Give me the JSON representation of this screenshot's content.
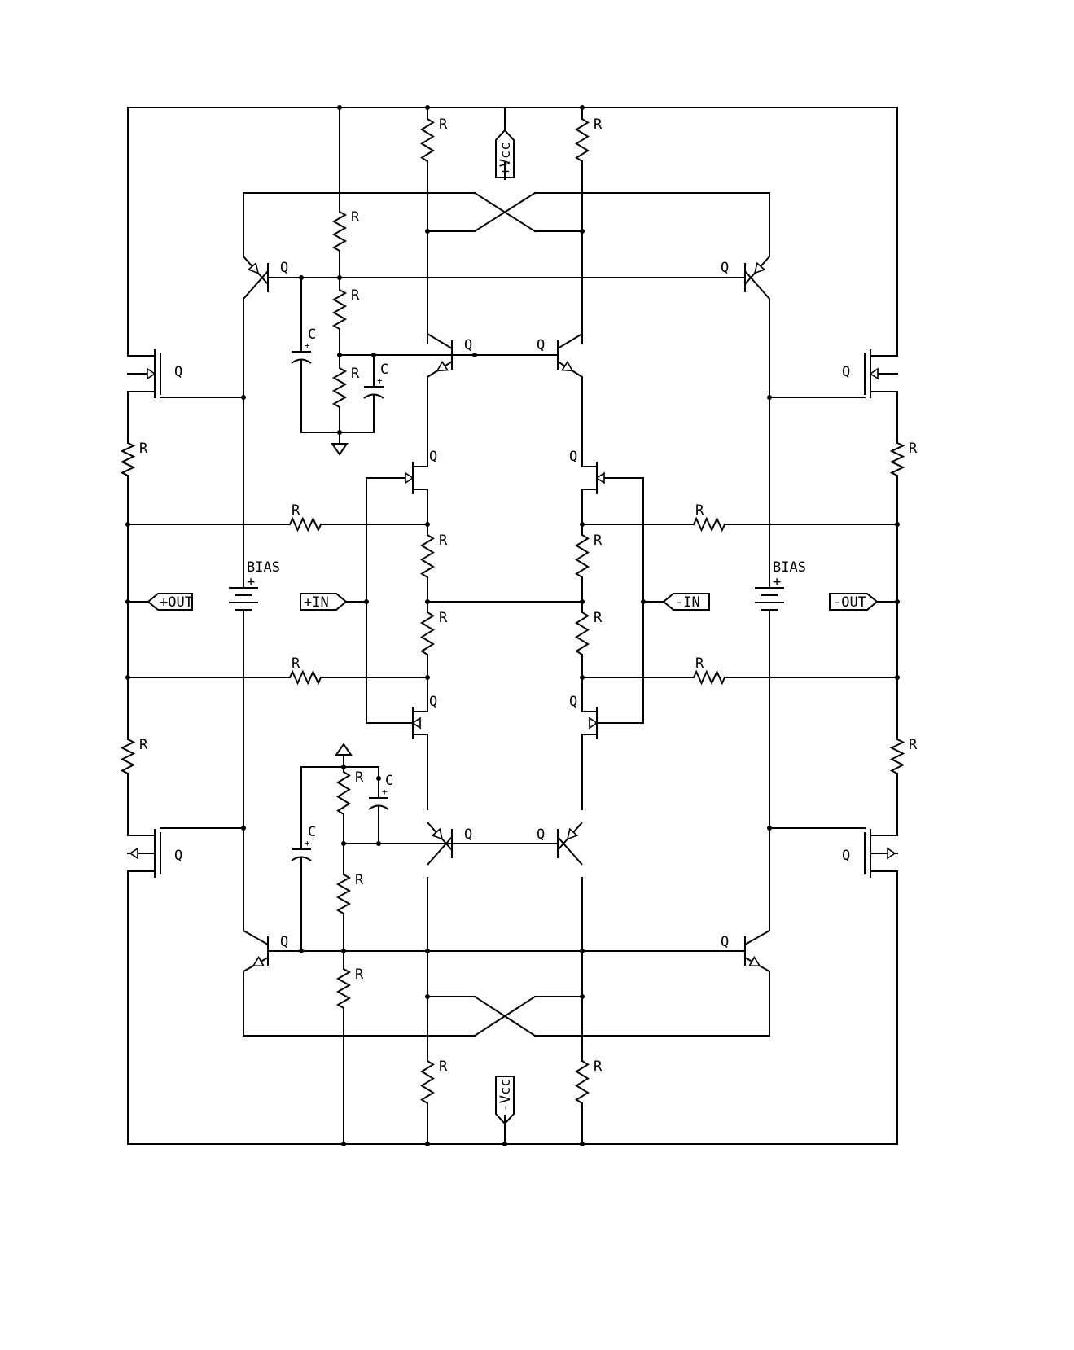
{
  "labels": {
    "transistor": "Q",
    "resistor": "R",
    "capacitor": "C",
    "bias": "BIAS",
    "plus": "+"
  },
  "ports": {
    "vcc_pos": "+Vcc",
    "vcc_neg": "-Vcc",
    "in_pos": "+IN",
    "in_neg": "-IN",
    "out_pos": "+OUT",
    "out_neg": "-OUT"
  }
}
